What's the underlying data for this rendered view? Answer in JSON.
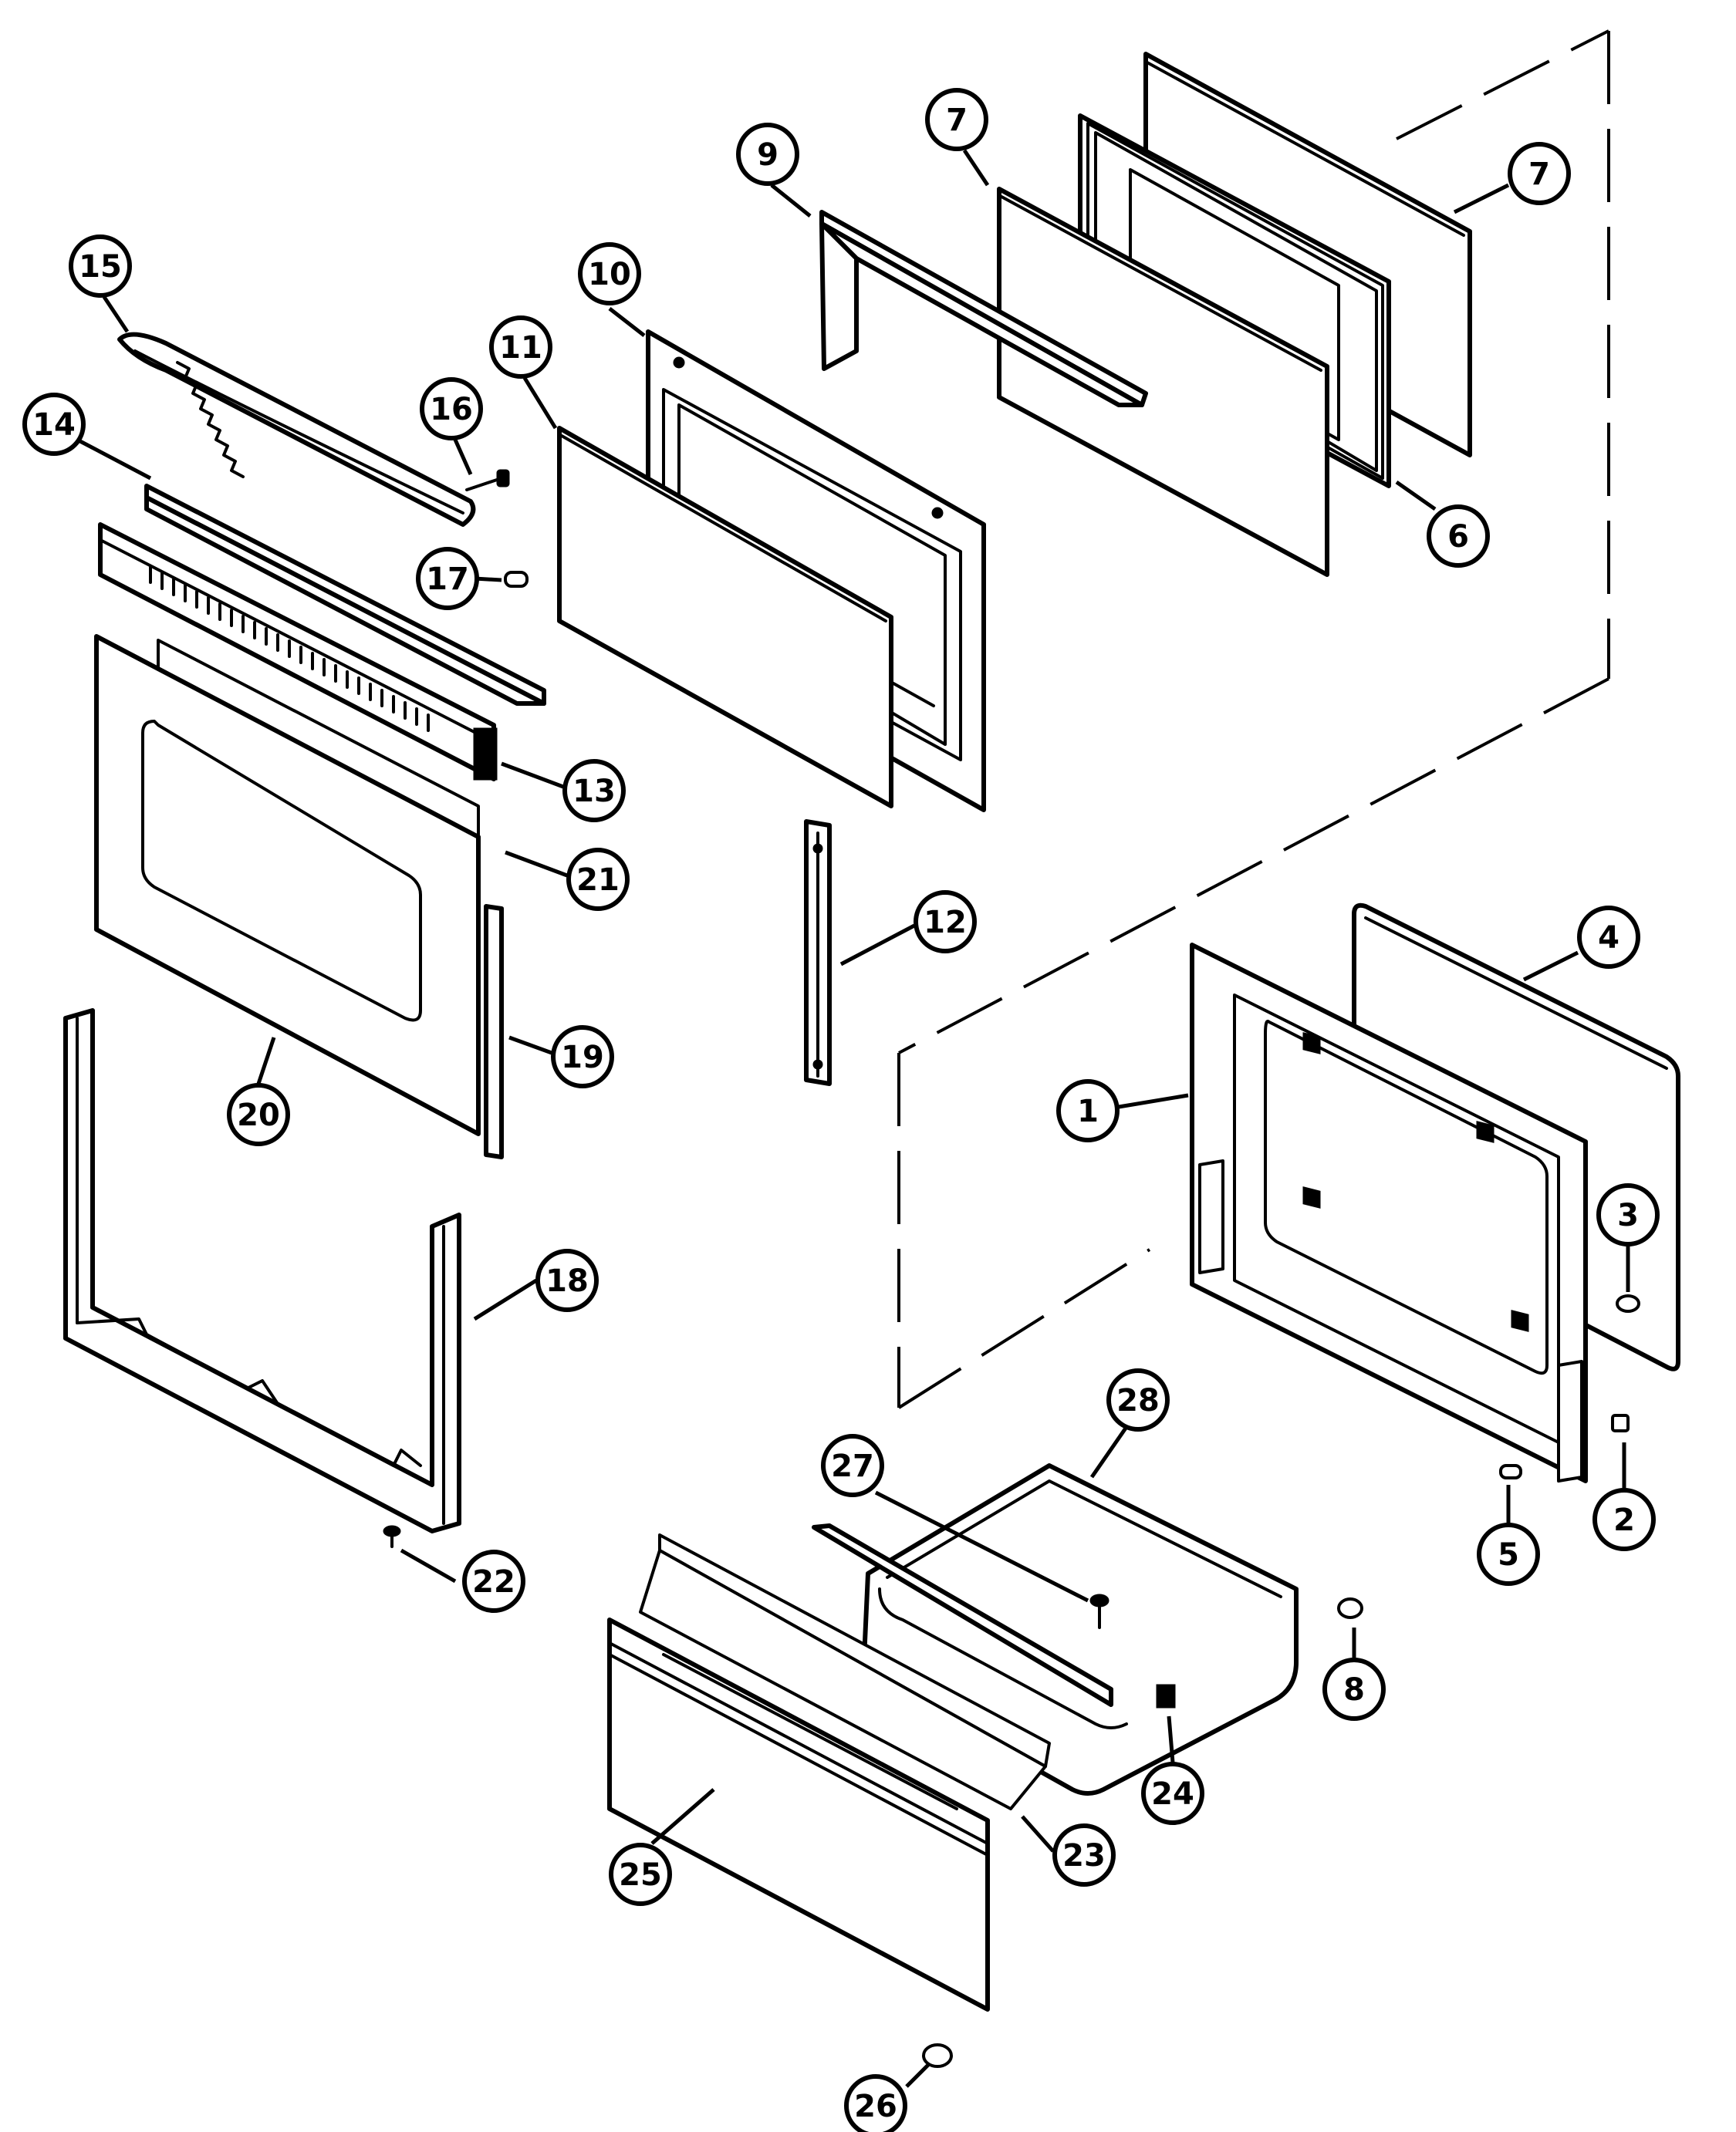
{
  "callouts": [
    {
      "label": "1"
    },
    {
      "label": "2"
    },
    {
      "label": "3"
    },
    {
      "label": "4"
    },
    {
      "label": "5"
    },
    {
      "label": "6"
    },
    {
      "label": "7"
    },
    {
      "label": "7"
    },
    {
      "label": "8"
    },
    {
      "label": "9"
    },
    {
      "label": "10"
    },
    {
      "label": "11"
    },
    {
      "label": "12"
    },
    {
      "label": "13"
    },
    {
      "label": "14"
    },
    {
      "label": "15"
    },
    {
      "label": "16"
    },
    {
      "label": "17"
    },
    {
      "label": "18"
    },
    {
      "label": "19"
    },
    {
      "label": "20"
    },
    {
      "label": "21"
    },
    {
      "label": "22"
    },
    {
      "label": "23"
    },
    {
      "label": "24"
    },
    {
      "label": "25"
    },
    {
      "label": "26"
    },
    {
      "label": "27"
    },
    {
      "label": "28"
    }
  ],
  "colors": {
    "ink": "#000000",
    "paper": "#ffffff"
  }
}
